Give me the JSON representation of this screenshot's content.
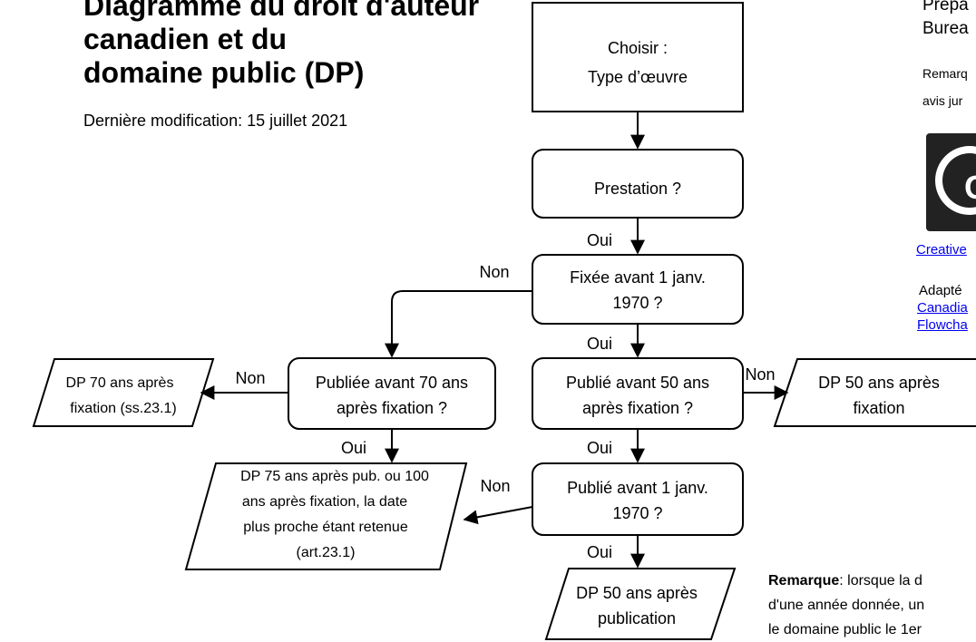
{
  "header": {
    "title": "Diagramme du droit d'auteur\ncanadien et du\ndomaine public (DP)",
    "modified": "Dernière modification: 15 juillet 2021"
  },
  "nodes": {
    "start_line1": "Choisir :",
    "start_line2": "Type d’œuvre",
    "performance": "Prestation ?",
    "fixed_line1": "Fixée avant 1 janv.",
    "fixed_line2": "1970 ?",
    "pub70_line1": "Publiée avant 70 ans",
    "pub70_line2": "après fixation ?",
    "pub50_line1": "Publié avant 50 ans",
    "pub50_line2": "après fixation ?",
    "pub1970_line1": "Publié avant 1 janv.",
    "pub1970_line2": "1970 ?"
  },
  "outcomes": {
    "dp70_line1": "DP 70 ans après",
    "dp70_line2": "fixation (ss.23.1)",
    "dp75_line1": "DP 75 ans après pub. ou 100",
    "dp75_line2": "ans après fixation, la date",
    "dp75_line3": "plus proche étant retenue",
    "dp75_line4": "(art.23.1)",
    "dp50fix_line1": "DP 50 ans après",
    "dp50fix_line2": "fixation",
    "dp50pub_line1": "DP 50 ans après",
    "dp50pub_line2": "publication"
  },
  "edges": {
    "yes": "Oui",
    "no": "Non"
  },
  "sidebar": {
    "prep_line1": "Prépa",
    "prep_line2": "Burea",
    "remark_line1": "Remarq",
    "remark_line2": "avis jur",
    "cc_link": "Creative",
    "adapted": "Adapté",
    "link1": "Canadia",
    "link2": "Flowcha"
  },
  "footnote": {
    "bold": "Remarque",
    "line1_rest": ": lorsque la d",
    "line2": "d'une année donnée, un",
    "line3": "le domaine public le 1er"
  },
  "colors": {
    "stroke": "#000000",
    "link": "#0000ee",
    "logo": "#222222"
  }
}
